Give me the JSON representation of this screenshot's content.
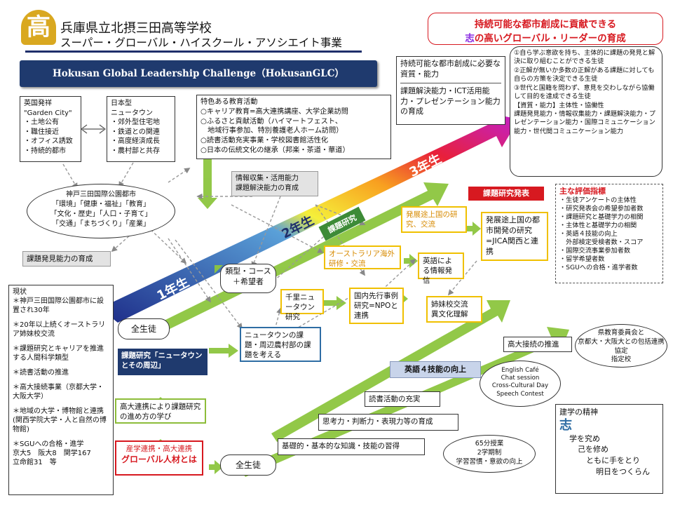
{
  "header": {
    "school_name": "兵庫県立北摂三田高等学校",
    "project_name": "スーパー・グローバル・ハイスクール・アソシエイト事業",
    "logo_char": "高",
    "banner": "Hokusan Global Leadership Challenge（HokusanGLC）"
  },
  "mission": {
    "line1": "持続可能な都市創成に貢献できる",
    "line2_accent": "志",
    "line2_rest": "の高いグローバル・リーダーの育成"
  },
  "qualities_box": {
    "title": "持続可能な都市創成に必要な資質・能力",
    "body": "課題解決能力・ICT活用能力・プレゼンテーション能力の育成"
  },
  "goals_box": {
    "text": "①自ら学ぶ意欲を持ち、主体的に課題の発見と解決に取り組むことができる生徒\n②正解が無いか多数の正解がある課題に対しても自らの方策を決定できる生徒\n③世代と国籍を問わず、意見を交わしながら協働して目的を達成できる生徒\n【資質・能力】主体性・協働性\n課題発見能力・情報収集能力・課題解決能力・プレゼンテーション能力・国際コミュニケーション能力・世代間コミュニケーション能力"
  },
  "eng_origin": {
    "text": "英国発祥\n\"Garden City\"\n・土地公有\n・職住接近\n・オフィス誘致\n・持続的都市"
  },
  "jp_newtown": {
    "text": "日本型\nニュータウン\n・郊外型住宅地\n・鉄道との関連\n・高度経済成長\n・農村部と共存"
  },
  "activities": {
    "title": "特色ある教育活動",
    "body": "○キャリア教育=高大連携講座、大学企業訪問\n○ふるさと貢献活動（ハイマートフェスト、\n　地域行事参加、特別養護老人ホーム訪問）\n○読書活動充実事業・学校図書館活性化\n○日本の伝統文化の継承（邦楽・茶道・華道）"
  },
  "info_ability": {
    "text": "情報収集・活用能力\n課題解決能力の育成"
  },
  "kobe_city": {
    "text": "神戸三田国際公園都市\n「環境」「健康・福祉」「教育」\n「文化・歴史」「人口・子育て」\n「交通」「まちづくり」「産業」"
  },
  "issue_discovery": {
    "text": "課題発見能力の育成"
  },
  "current": {
    "title": "現状",
    "items": [
      "＊神戸三田国際公園都市に設置され30年",
      "＊20年以上続くオーストラリア姉妹校交流",
      "＊課題研究とキャリアを推進する人間科学類型",
      "＊読書活動の推進",
      "＊高大接続事業（京都大学・大阪大学）",
      "＊地域の大学・博物館と連携(関西学院大学・人と自然の博物館)",
      "＊SGUへの合格・進学\n京大5　阪大8　関学167\n立命館31　等"
    ]
  },
  "year_labels": {
    "y1": "1年生",
    "y2": "2年生",
    "y3": "3年生"
  },
  "all_students_top": "全生徒",
  "all_students_bottom": "全生徒",
  "course_box": {
    "text": "類型・コース\n＋希望者"
  },
  "research_main": {
    "text": "課題研究「ニュータウンとその周辺」"
  },
  "newtown_issue": {
    "text": "ニュータウンの課題・周辺農村部の課題を考える"
  },
  "senri": {
    "text": "千里ニュータウン研究"
  },
  "domestic_case": {
    "text": "国内先行事例研究=NPOと連携"
  },
  "aus_training": {
    "text": "オーストラリア海外研修・交流"
  },
  "research_tag": "課題研究",
  "english_info": {
    "text": "英語による情報発信"
  },
  "developing": {
    "text": "発展途上国の研究、交流"
  },
  "jica": {
    "text": "発展途上国の都市開発の研究=JICA関西と連携"
  },
  "presentation": "課題研究発表",
  "sister_school": {
    "text": "姉妹校交流\n異文化理解"
  },
  "evaluation": {
    "title": "主な評価指標",
    "items": [
      "・生徒アンケートの主体性",
      "・研究発表会の希望参加者数",
      "・課題研究と基礎学力の相関",
      "・主体性と基礎学力の相関",
      "・英語４技能の向上",
      "　外部検定受検者数・スコア",
      "・国際交流事業参加者数",
      "・留学希望者数",
      "・SGUへの合格・進学者数"
    ]
  },
  "hs_univ_promo": "高大接続の推進",
  "edu_board": {
    "text": "県教育委員会と\n京都大・大阪大との包括連携協定\n指定校"
  },
  "english4": "英語４技能の向上",
  "english_events": {
    "text": "English Café\nChat session\nCross-Cultural Day\nSpeech Contest"
  },
  "reading": "読書活動の充実",
  "thinking": "思考力・判断力・表現力等の育成",
  "basics": "基礎的・基本的な知識・技能の習得",
  "lessons": {
    "text": "65分授業\n2学期制\n学習習慣・意欲の向上"
  },
  "univ_method": {
    "text": "高大連携により課題研究の進め方の学び"
  },
  "global_talent": {
    "line1": "産学連携・高大連携",
    "line2": "グローバル人材とは"
  },
  "spirit": {
    "title": "建学の精神",
    "accent": "志",
    "lines": [
      "学を究め",
      "己を修め",
      "ともに手をとり",
      "明日をつくらん"
    ]
  },
  "colors": {
    "navy": "#1f2f6b",
    "arrow_green": "#8dc63f",
    "red": "#d71920",
    "yellow_box": "#f0c000",
    "purple": "#8a2be2",
    "research_tag_bg": "#3d8b37",
    "english4_bg": "#c8d4ea"
  }
}
